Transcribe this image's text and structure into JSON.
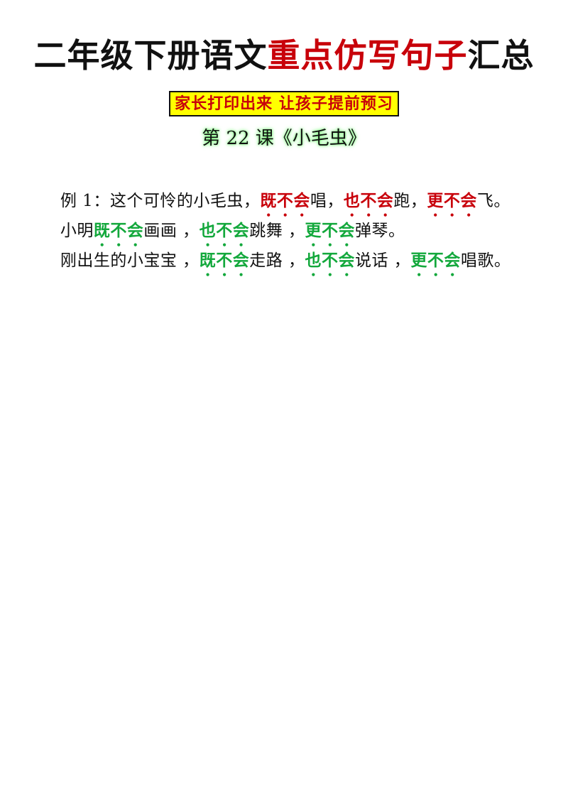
{
  "title": {
    "part1": "二年级下册语文",
    "part2": "重点仿写句子",
    "part3": "汇总"
  },
  "banner": "家长打印出来 让孩子提前预习",
  "lesson_title": "第 22 课《小毛虫》",
  "lines": [
    {
      "segments": [
        {
          "text": "例 1：这个可怜的小毛虫，",
          "style": "plain"
        },
        {
          "text": "既不会",
          "style": "red"
        },
        {
          "text": "唱，",
          "style": "plain"
        },
        {
          "text": "也不会",
          "style": "red"
        },
        {
          "text": "跑，",
          "style": "plain"
        },
        {
          "text": "更不会",
          "style": "red"
        },
        {
          "text": "飞。",
          "style": "plain"
        }
      ]
    },
    {
      "segments": [
        {
          "text": "小明",
          "style": "plain"
        },
        {
          "text": "既不会",
          "style": "green"
        },
        {
          "text": "画画 ，",
          "style": "plain"
        },
        {
          "text": "也不会",
          "style": "green"
        },
        {
          "text": "跳舞 ，",
          "style": "plain"
        },
        {
          "text": "更不会",
          "style": "green"
        },
        {
          "text": "弹琴。",
          "style": "plain"
        }
      ]
    },
    {
      "segments": [
        {
          "text": "刚出生的小宝宝 ，",
          "style": "plain"
        },
        {
          "text": "既不会",
          "style": "green"
        },
        {
          "text": "走路 ，",
          "style": "plain"
        },
        {
          "text": "也不会",
          "style": "green"
        },
        {
          "text": "说话 ，",
          "style": "plain"
        },
        {
          "text": "更不会",
          "style": "green"
        },
        {
          "text": "唱歌。",
          "style": "plain"
        }
      ]
    }
  ],
  "colors": {
    "title_accent": "#c8000a",
    "banner_bg": "#ffff00",
    "keyword_red": "#c8000a",
    "keyword_green": "#13a83c",
    "lesson_glow": "#7dff7d"
  }
}
